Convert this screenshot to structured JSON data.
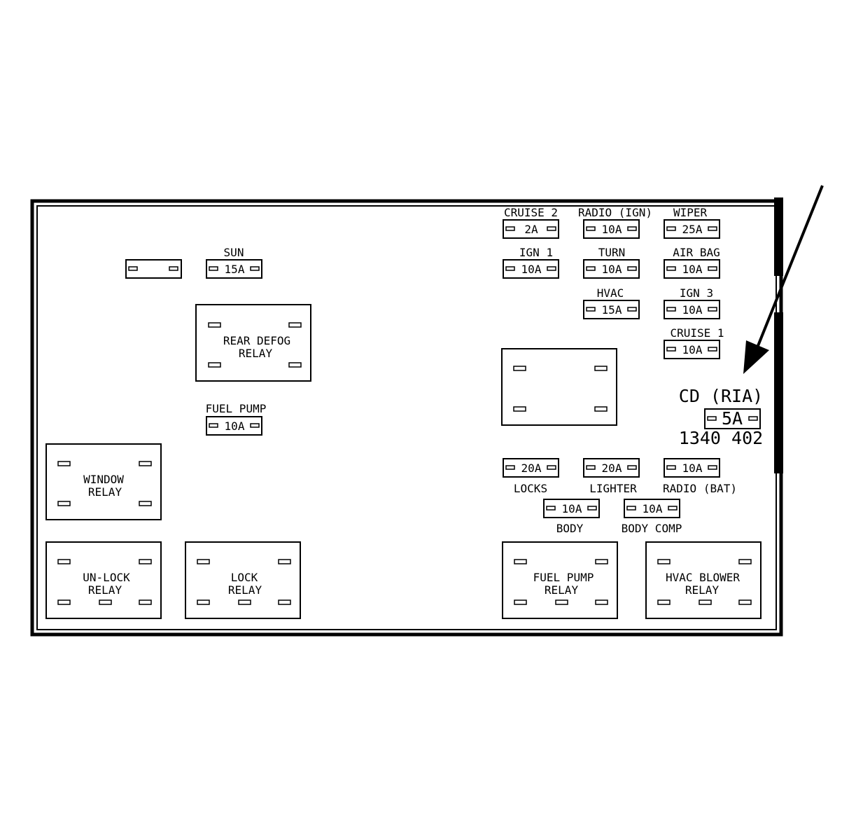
{
  "fuses": [
    {
      "id": "sun",
      "label": "SUN",
      "rating": "15A"
    },
    {
      "id": "blank",
      "label": "",
      "rating": ""
    },
    {
      "id": "fuel-pump",
      "label": "FUEL PUMP",
      "rating": "10A"
    },
    {
      "id": "cruise-2",
      "label": "CRUISE 2",
      "rating": "2A"
    },
    {
      "id": "radio-ign",
      "label": "RADIO (IGN)",
      "rating": "10A"
    },
    {
      "id": "wiper",
      "label": "WIPER",
      "rating": "25A"
    },
    {
      "id": "ign-1",
      "label": "IGN 1",
      "rating": "10A"
    },
    {
      "id": "turn",
      "label": "TURN",
      "rating": "10A"
    },
    {
      "id": "air-bag",
      "label": "AIR BAG",
      "rating": "10A"
    },
    {
      "id": "hvac",
      "label": "HVAC",
      "rating": "15A"
    },
    {
      "id": "ign-3",
      "label": "IGN 3",
      "rating": "10A"
    },
    {
      "id": "cruise-1",
      "label": "CRUISE 1",
      "rating": "10A"
    },
    {
      "id": "cd-ria",
      "label": "CD (RIA)",
      "rating": "5A"
    },
    {
      "id": "locks",
      "label": "LOCKS",
      "rating": "20A"
    },
    {
      "id": "lighter",
      "label": "LIGHTER",
      "rating": "20A"
    },
    {
      "id": "radio-bat",
      "label": "RADIO (BAT)",
      "rating": "10A"
    },
    {
      "id": "body",
      "label": "BODY",
      "rating": "10A"
    },
    {
      "id": "body-comp",
      "label": "BODY COMP",
      "rating": "10A"
    }
  ],
  "relays": [
    {
      "id": "rear-defog",
      "line1": "REAR DEFOG",
      "line2": "RELAY"
    },
    {
      "id": "window",
      "line1": "WINDOW",
      "line2": "RELAY"
    },
    {
      "id": "un-lock",
      "line1": "UN-LOCK",
      "line2": "RELAY"
    },
    {
      "id": "lock",
      "line1": "LOCK",
      "line2": "RELAY"
    },
    {
      "id": "fuel-pump-relay",
      "line1": "FUEL PUMP",
      "line2": "RELAY"
    },
    {
      "id": "hvac-blower",
      "line1": "HVAC BLOWER",
      "line2": "RELAY"
    },
    {
      "id": "unlabeled",
      "line1": "",
      "line2": ""
    }
  ],
  "figure_number": "1340 402"
}
